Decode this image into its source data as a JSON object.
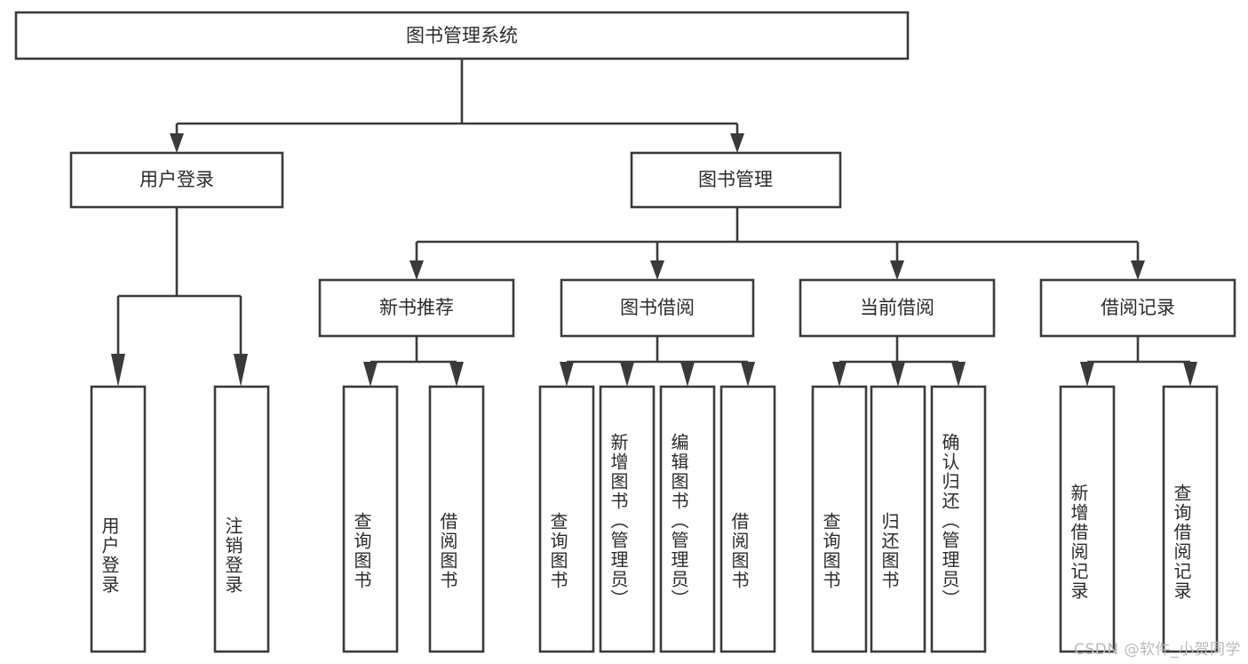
{
  "diagram": {
    "title": "图书管理系统",
    "type": "tree-hierarchy",
    "watermark": "CSDN @软件_小贺同学",
    "colors": {
      "stroke": "#3a3a3a",
      "box_fill": "#ffffff",
      "text": "#2b2b2b",
      "background": "#ffffff",
      "watermark": "#b9b9b9"
    },
    "root": {
      "label": "图书管理系统"
    },
    "level2": [
      {
        "label": "用户登录"
      },
      {
        "label": "图书管理"
      }
    ],
    "level3": [
      {
        "label": "新书推荐"
      },
      {
        "label": "图书借阅"
      },
      {
        "label": "当前借阅"
      },
      {
        "label": "借阅记录"
      }
    ],
    "groups": {
      "user_login_leaves": [
        {
          "label": "用户登录"
        },
        {
          "label": "注销登录"
        }
      ],
      "new_book_leaves": [
        {
          "label": "查询图书"
        },
        {
          "label": "借阅图书"
        }
      ],
      "borrow_leaves": [
        {
          "label": "查询图书"
        },
        {
          "label": "新增图书（管理员）"
        },
        {
          "label": "编辑图书（管理员）"
        },
        {
          "label": "借阅图书"
        }
      ],
      "current_borrow_leaves": [
        {
          "label": "查询图书"
        },
        {
          "label": "归还图书"
        },
        {
          "label": "确认归还（管理员）"
        }
      ],
      "record_leaves": [
        {
          "label": "新增借阅记录"
        },
        {
          "label": "查询借阅记录"
        }
      ]
    }
  }
}
